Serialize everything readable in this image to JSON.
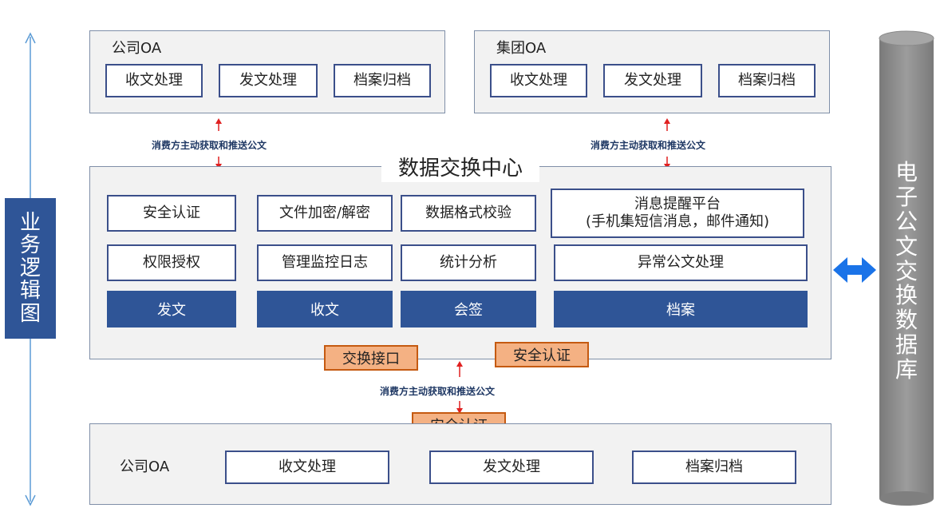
{
  "left_axis": {
    "label_chars": [
      "业",
      "务",
      "逻",
      "辑",
      "图"
    ]
  },
  "top_left_oa": {
    "title": "公司OA",
    "items": [
      "收文处理",
      "发文处理",
      "档案归档"
    ]
  },
  "top_right_oa": {
    "title": "集团OA",
    "items": [
      "收文处理",
      "发文处理",
      "档案归档"
    ]
  },
  "flow_label": "消费方主动获取和推送公文",
  "center": {
    "title": "数据交换中心",
    "row1": [
      "安全认证",
      "文件加密/解密",
      "数据格式校验"
    ],
    "row2": [
      "权限授权",
      "管理监控日志",
      "统计分析"
    ],
    "message_platform": {
      "line1": "消息提醒平台",
      "line2": "(手机集短信消息，邮件通知)"
    },
    "exception": "异常公文处理",
    "actions": [
      "发文",
      "收文",
      "会签",
      "档案"
    ]
  },
  "interface": "交换接口",
  "security": "安全认证",
  "bottom_oa": {
    "title": "公司OA",
    "items": [
      "收文处理",
      "发文处理",
      "档案归档"
    ]
  },
  "database": {
    "label_chars": [
      "电",
      "子",
      "公",
      "文",
      "交",
      "换",
      "数",
      "据",
      "库"
    ]
  },
  "colors": {
    "navy": "#2f5597",
    "orange": "#f4b183",
    "orange_border": "#c55a11",
    "arrow_red": "#e02020",
    "arrow_blue": "#1a73e8",
    "cylinder": "#8c8c8c"
  }
}
